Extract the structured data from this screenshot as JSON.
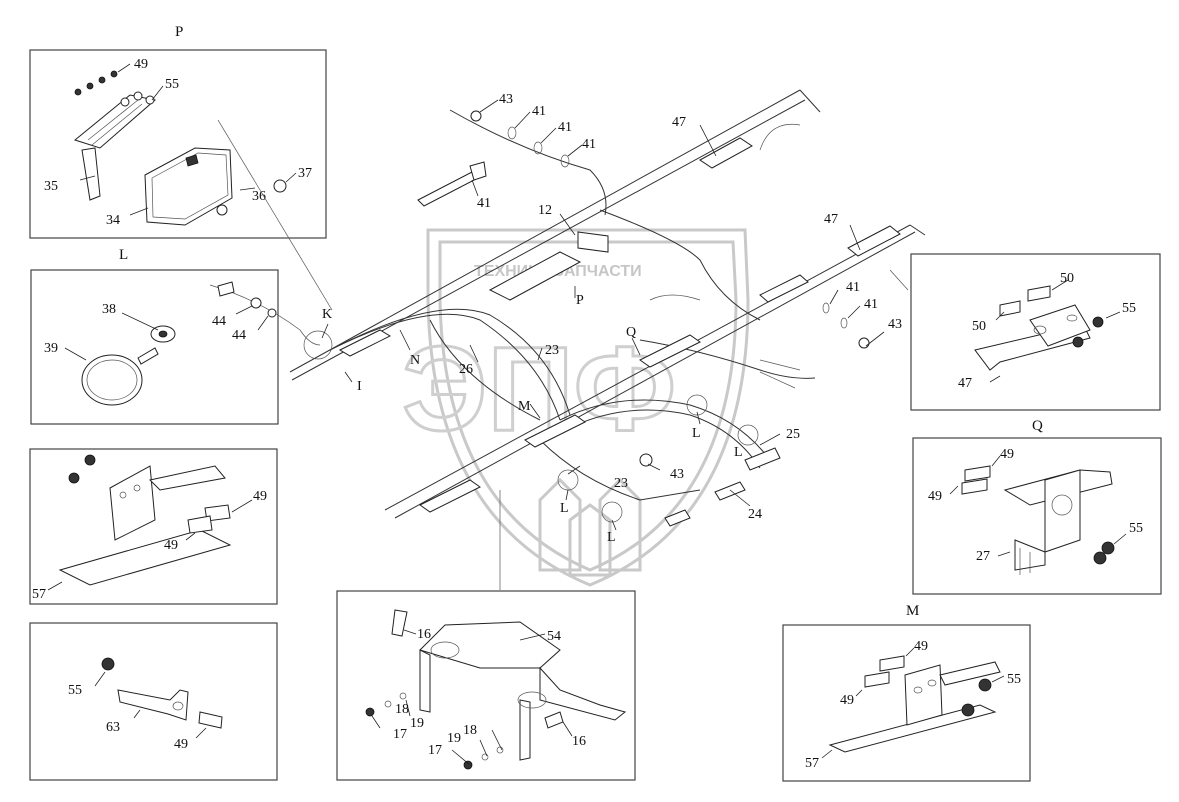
{
  "watermark": {
    "text": "ТЕХНИКА ЗАПЧАСТИ",
    "letters": "ЭПФ"
  },
  "panels": {
    "P": {
      "title": "P",
      "callouts": [
        "49",
        "55",
        "37",
        "36",
        "35",
        "34"
      ]
    },
    "L": {
      "title": "L",
      "callouts": [
        "38",
        "39"
      ]
    },
    "N": {
      "title": "N",
      "callouts": [
        "49",
        "49",
        "57"
      ]
    },
    "K": {
      "title": "K",
      "callouts": [
        "55",
        "63",
        "49"
      ]
    },
    "center": {
      "callouts": [
        "16",
        "54",
        "16",
        "17",
        "19",
        "17",
        "19",
        "18",
        "18"
      ]
    },
    "Q": {
      "title": "Q",
      "callouts": [
        "49",
        "49",
        "55",
        "27"
      ]
    },
    "M": {
      "title": "M",
      "callouts": [
        "49",
        "49",
        "55",
        "57"
      ]
    },
    "right": {
      "callouts": [
        "50",
        "50",
        "55",
        "47"
      ]
    }
  },
  "harness": {
    "callouts": [
      "43",
      "41",
      "41",
      "41",
      "47",
      "41",
      "12",
      "47",
      "44",
      "44",
      "K",
      "N",
      "I",
      "26",
      "23",
      "P",
      "Q",
      "41",
      "41",
      "43",
      "M",
      "L",
      "25",
      "L",
      "43",
      "23",
      "L",
      "L",
      "24"
    ]
  }
}
